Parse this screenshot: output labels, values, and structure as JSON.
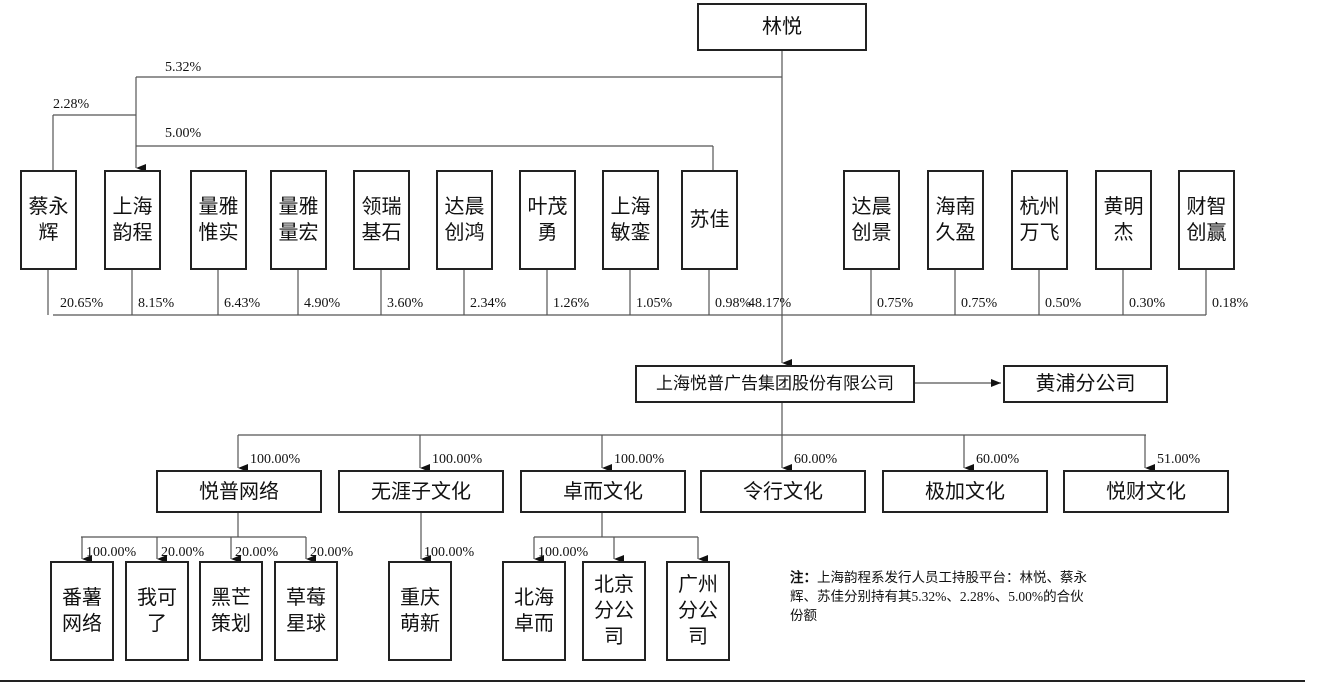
{
  "top_holder": "林悦",
  "linyue_links": {
    "to_yuncheng": "5.32%",
    "caiyonghui_to_yuncheng": "2.28%",
    "sujia_to_yuncheng": "5.00%"
  },
  "shareholders": [
    {
      "name": "蔡永辉",
      "pct": "20.65%"
    },
    {
      "name": "上海韵程",
      "pct": "8.15%"
    },
    {
      "name": "量雅惟实",
      "pct": "6.43%"
    },
    {
      "name": "量雅量宏",
      "pct": "4.90%"
    },
    {
      "name": "领瑞基石",
      "pct": "3.60%"
    },
    {
      "name": "达晨创鸿",
      "pct": "2.34%"
    },
    {
      "name": "叶茂勇",
      "pct": "1.26%"
    },
    {
      "name": "上海敏銮",
      "pct": "1.05%"
    },
    {
      "name": "苏佳",
      "pct": "0.98%"
    },
    {
      "name": "达晨创景",
      "pct": "0.75%"
    },
    {
      "name": "海南久盈",
      "pct": "0.75%"
    },
    {
      "name": "杭州万飞",
      "pct": "0.50%"
    },
    {
      "name": "黄明杰",
      "pct": "0.30%"
    },
    {
      "name": "财智创赢",
      "pct": "0.18%"
    }
  ],
  "linyue_direct_pct": "48.17%",
  "company": "上海悦普广告集团股份有限公司",
  "branch": "黄浦分公司",
  "subsidiaries": [
    {
      "name": "悦普网络",
      "pct": "100.00%"
    },
    {
      "name": "无涯子文化",
      "pct": "100.00%"
    },
    {
      "name": "卓而文化",
      "pct": "100.00%"
    },
    {
      "name": "令行文化",
      "pct": "60.00%"
    },
    {
      "name": "极加文化",
      "pct": "60.00%"
    },
    {
      "name": "悦财文化",
      "pct": "51.00%"
    }
  ],
  "grandchildren": [
    {
      "name": "番薯网络",
      "pct": "100.00%"
    },
    {
      "name": "我可了",
      "pct": "20.00%"
    },
    {
      "name": "黑芒策划",
      "pct": "20.00%"
    },
    {
      "name": "草莓星球",
      "pct": "20.00%"
    },
    {
      "name": "重庆萌新",
      "pct": "100.00%"
    },
    {
      "name": "北海卓而",
      "pct": "100.00%"
    },
    {
      "name": "北京分公司",
      "pct": ""
    },
    {
      "name": "广州分公司",
      "pct": ""
    }
  ],
  "note": {
    "label": "注：",
    "text": "上海韵程系发行人员工持股平台：林悦、蔡永辉、苏佳分别持有其5.32%、2.28%、5.00%的合伙份额"
  }
}
